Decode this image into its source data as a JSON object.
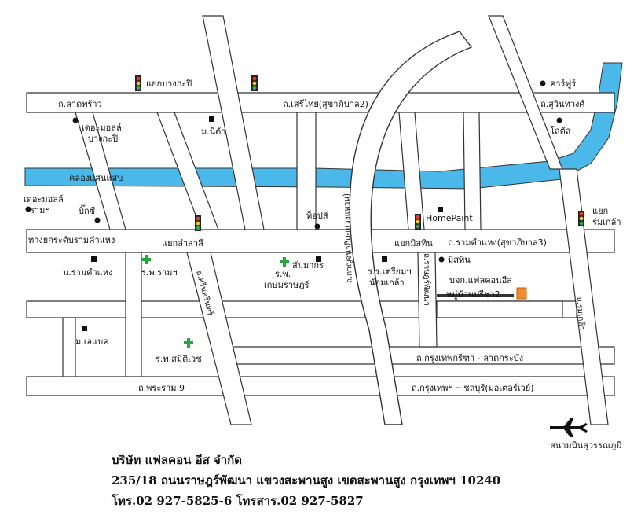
{
  "roads": {
    "latphrao": "ถ.ลาดพร้าว",
    "serithai": "ถ.เสรีไทย(สุขาภิบาล2)",
    "sukhumvit": "ถ.สุวินทวงศ์",
    "ramkhamhaeng": "ถ.รามคำแหง(สุขาภิบาล3)",
    "srinakarin": "ถ.ศรีนครินทร์",
    "rama9": "ถ.พระราม 9",
    "krungthep_kreetha": "ถ.กรุงเทพกรีฑา - ลาดกระบัง",
    "krungthep_chonburi": "ถ.กรุงเทพฯ ─ ชลบุรี(มอเตอร์เวย์)",
    "kanchanaphisek": "ถ.กาญจนาภิเษก(วงแหวน)",
    "ramkhamhaeng_thepa": "ถ.ราษฎร์พัฒนา",
    "romklao": "ถ.ร่มเกล้า"
  },
  "intersections": {
    "bangkapi": "แยกบางกะปิ",
    "lamsali": "แยกลำสาลี",
    "mistine": "แยกมิสทิน",
    "romklao": "แยก\nร่มเกล้า",
    "ramkhamhaeng_junction": "ทางยกระดับรามคำแหง"
  },
  "canal": "คลองแสนแสบ",
  "places": {
    "themall_bangkapi": [
      "เดอะมอลล์",
      "บางกะปิ"
    ],
    "m_nida": "ม.นิด้า",
    "carrefour": "คาร์ฟูร์",
    "lotus": "โลตัส",
    "themall_ram": [
      "เดอะมอลล์",
      "รามฯ"
    ],
    "bigc": "บิ๊กซี",
    "tops": "ท็อปส์",
    "homepaint": "HomePaint",
    "m_ramkhamhaeng": "ม.รามคำแหง",
    "rp_ram": "ร.พ.รามฯ",
    "rp_kasemrad": [
      "ร.พ.",
      "เกษมราษฎร์"
    ],
    "sammakorn": "สัมมากร",
    "rr_triamnomklao": [
      "ร.ร.เตรียมฯ",
      "น้อมเกล้า"
    ],
    "mistine": "มิสทิน",
    "company": "บจก.แฟลคอนอีส",
    "village": "หมู่บ้านปรีชา2",
    "m_abac": "ม.เอแบค",
    "rp_samitivej": "ร.พ.สมิติเวช",
    "airport": "สนามบินสุวรรณภูมิ"
  },
  "footer": {
    "company_name": "บริษัท แฟลคอน อีส จำกัด",
    "address": "235/18 ถนนราษฎร์พัฒนา แขวงสะพานสูง เขตสะพานสูง กรุงเทพฯ 10240",
    "phone": "โทร.02 927-5825-6 โทรสาร.02 927-5827"
  },
  "colors": {
    "canal": "#4ab8e8",
    "road_outline": "#333333",
    "company_marker": "#f08a2c",
    "hospital_cross": "#22a83a",
    "traffic_light_red": "#e23b2e",
    "traffic_light_yellow": "#f3c61b",
    "traffic_light_green": "#2fa64a"
  }
}
